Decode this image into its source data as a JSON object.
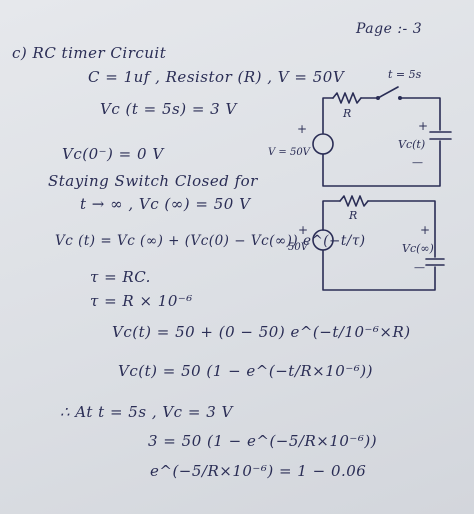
{
  "page": {
    "label": "Page :- 3"
  },
  "notes": {
    "heading": "c) RC timer Circuit",
    "given": "C = 1uf , Resistor (R) , V = 50V",
    "vc_at_5s": "Vc (t = 5s) = 3 V",
    "vc_initial": "Vc(0⁻) = 0 V",
    "staying_line": "Staying Switch Closed for",
    "t_inf_line": "t → ∞ , Vc (∞) = 50 V",
    "general_eq": "Vc (t) = Vc (∞) + (Vc(0) − Vc(∞)) e^(−t/τ)",
    "tau_def": "τ = RC.",
    "tau_value": "τ = R × 10⁻⁶",
    "vc_sub": "Vc(t) = 50 + (0 − 50) e^(−t/10⁻⁶×R)",
    "vc_simpl": "Vc(t) = 50 (1 − e^(−t/R×10⁻⁶))",
    "at_t5": "∴ At t = 5s , Vc = 3 V",
    "eq_3": "3 = 50 (1 − e^(−5/R×10⁻⁶))",
    "eq_last": "e^(−5/R×10⁻⁶) = 1 − 0.06"
  },
  "circuit1": {
    "switch_label": "t = 5s",
    "resistor_label": "R",
    "source_label": "V = 50V",
    "source_plus": "+",
    "cap_plus": "+",
    "cap_label": "Vc(t)",
    "cap_minus": "—"
  },
  "circuit2": {
    "resistor_label": "R",
    "source_label": "50V",
    "source_plus": "+",
    "cap_plus": "+",
    "cap_label": "Vc(∞)",
    "cap_minus": "—"
  },
  "colors": {
    "ink": "#2a2d55",
    "paper": "#e1e3e8"
  }
}
